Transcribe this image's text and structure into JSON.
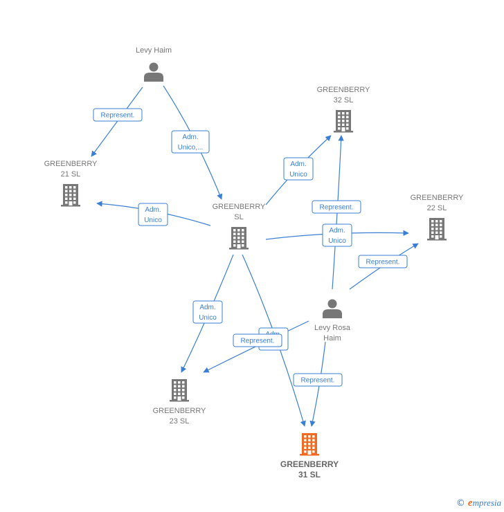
{
  "colors": {
    "edge": "#3a7fd5",
    "node": "#777777",
    "focus": "#f26a21"
  },
  "nodes": [
    {
      "id": "levy-haim",
      "type": "person",
      "label_lines": [
        "Levy Haim"
      ],
      "icon": "person-icon"
    },
    {
      "id": "greenberry-21",
      "type": "company",
      "label_lines": [
        "GREENBERRY",
        "21  SL"
      ],
      "icon": "building-icon"
    },
    {
      "id": "greenberry-sl",
      "type": "company",
      "label_lines": [
        "GREENBERRY",
        "SL"
      ],
      "icon": "building-icon"
    },
    {
      "id": "greenberry-32",
      "type": "company",
      "label_lines": [
        "GREENBERRY",
        "32  SL"
      ],
      "icon": "building-icon"
    },
    {
      "id": "greenberry-22",
      "type": "company",
      "label_lines": [
        "GREENBERRY",
        "22  SL"
      ],
      "icon": "building-icon"
    },
    {
      "id": "levy-rosa",
      "type": "person",
      "label_lines": [
        "Levy Rosa",
        "Haim"
      ],
      "icon": "person-icon"
    },
    {
      "id": "greenberry-23",
      "type": "company",
      "label_lines": [
        "GREENBERRY",
        "23  SL"
      ],
      "icon": "building-icon"
    },
    {
      "id": "greenberry-31",
      "type": "company",
      "label_lines": [
        "GREENBERRY",
        "31  SL"
      ],
      "icon": "building-icon",
      "focus": true
    }
  ],
  "edges": [
    {
      "from": "levy-haim",
      "to": "greenberry-21",
      "label_lines": [
        "Represent."
      ]
    },
    {
      "from": "levy-haim",
      "to": "greenberry-sl",
      "label_lines": [
        "Adm.",
        "Unico,..."
      ]
    },
    {
      "from": "greenberry-sl",
      "to": "greenberry-21",
      "label_lines": [
        "Adm.",
        "Unico"
      ]
    },
    {
      "from": "greenberry-sl",
      "to": "greenberry-32",
      "label_lines": [
        "Adm.",
        "Unico"
      ]
    },
    {
      "from": "greenberry-sl",
      "to": "greenberry-22",
      "label_lines": [
        "Adm.",
        "Unico"
      ]
    },
    {
      "from": "greenberry-sl",
      "to": "greenberry-23",
      "label_lines": [
        "Adm.",
        "Unico"
      ]
    },
    {
      "from": "greenberry-sl",
      "to": "greenberry-31",
      "label_lines": [
        "Adm.",
        "Unico"
      ]
    },
    {
      "from": "levy-rosa",
      "to": "greenberry-32",
      "label_lines": [
        "Represent."
      ]
    },
    {
      "from": "levy-rosa",
      "to": "greenberry-22",
      "label_lines": [
        "Represent."
      ]
    },
    {
      "from": "levy-rosa",
      "to": "greenberry-23",
      "label_lines": [
        "Represent."
      ]
    },
    {
      "from": "levy-rosa",
      "to": "greenberry-31",
      "label_lines": [
        "Represent."
      ]
    }
  ],
  "footer": {
    "copyright": "©",
    "brand_initial": "e",
    "brand_rest": "mpresia"
  }
}
